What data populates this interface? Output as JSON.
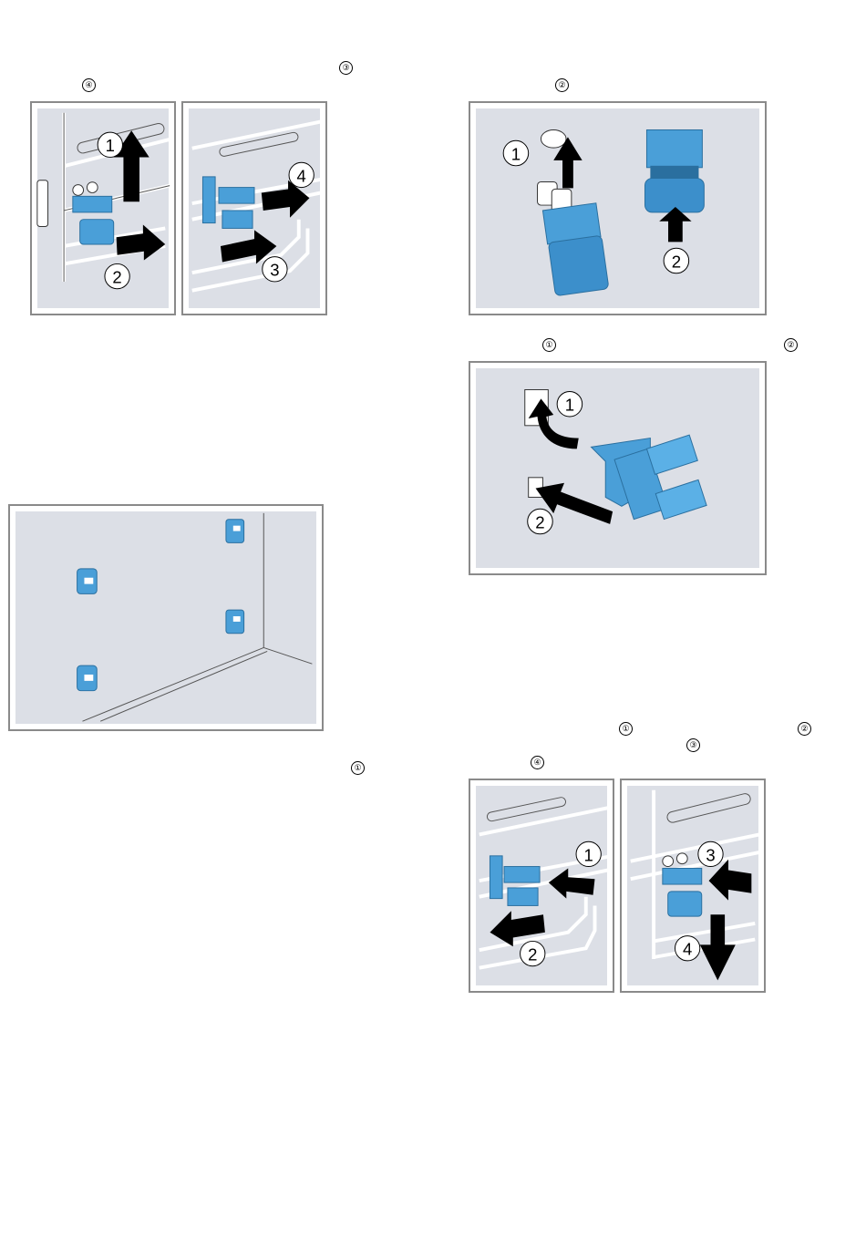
{
  "markers": {
    "top_left_a": "③",
    "top_left_b": "④",
    "top_right_a": "②",
    "mid_right_a": "①",
    "mid_right_b": "②",
    "lower_left_a": "①",
    "bottom_right_a": "①",
    "bottom_right_b": "②",
    "bottom_right_c": "③",
    "bottom_right_d": "④"
  },
  "callouts": {
    "fig1a": [
      "1",
      "2"
    ],
    "fig1b": [
      "4",
      "3"
    ],
    "fig2": [
      "1",
      "2"
    ],
    "fig3": [
      "1",
      "2"
    ],
    "fig5a": [
      "1",
      "2"
    ],
    "fig5b": [
      "3",
      "4"
    ]
  },
  "colors": {
    "panel_bg": "#dcdfe6",
    "clip_blue": "#4a9fd8",
    "clip_dark": "#2a6f9f",
    "arrow": "#000000",
    "frame": "#8a8a8a"
  }
}
